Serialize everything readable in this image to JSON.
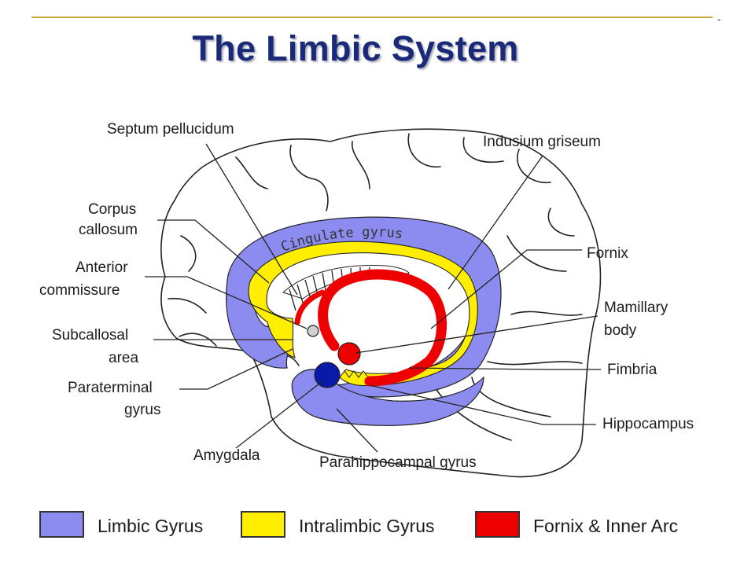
{
  "title": "The Limbic System",
  "corner_mark": "-",
  "diagram": {
    "gyrus_text": "Cingulate gyrus",
    "labels": {
      "septum_pellucidum": "Septum pellucidum",
      "indusium_griseum": "Indusium griseum",
      "corpus_callosum_1": "Corpus",
      "corpus_callosum_2": "callosum",
      "fornix": "Fornix",
      "anterior_commissure_1": "Anterior",
      "anterior_commissure_2": "commissure",
      "mamillary_body_1": "Mamillary",
      "mamillary_body_2": "body",
      "subcallosal_area_1": "Subcallosal",
      "subcallosal_area_2": "area",
      "fimbria": "Fimbria",
      "paraterminal_gyrus_1": "Paraterminal",
      "paraterminal_gyrus_2": "gyrus",
      "hippocampus": "Hippocampus",
      "amygdala": "Amygdala",
      "parahippocampal_gyrus": "Parahippocampal gyrus"
    },
    "colors": {
      "limbic": "#8c8cf0",
      "intralimbic": "#ffee00",
      "fornix": "#ee0000",
      "amygdala": "#0a1aa8",
      "commissure": "#d0d0d0"
    }
  },
  "legend": [
    {
      "label": "Limbic Gyrus",
      "color": "#8c8cf0"
    },
    {
      "label": "Intralimbic Gyrus",
      "color": "#ffee00"
    },
    {
      "label": "Fornix & Inner Arc",
      "color": "#ee0000"
    }
  ]
}
